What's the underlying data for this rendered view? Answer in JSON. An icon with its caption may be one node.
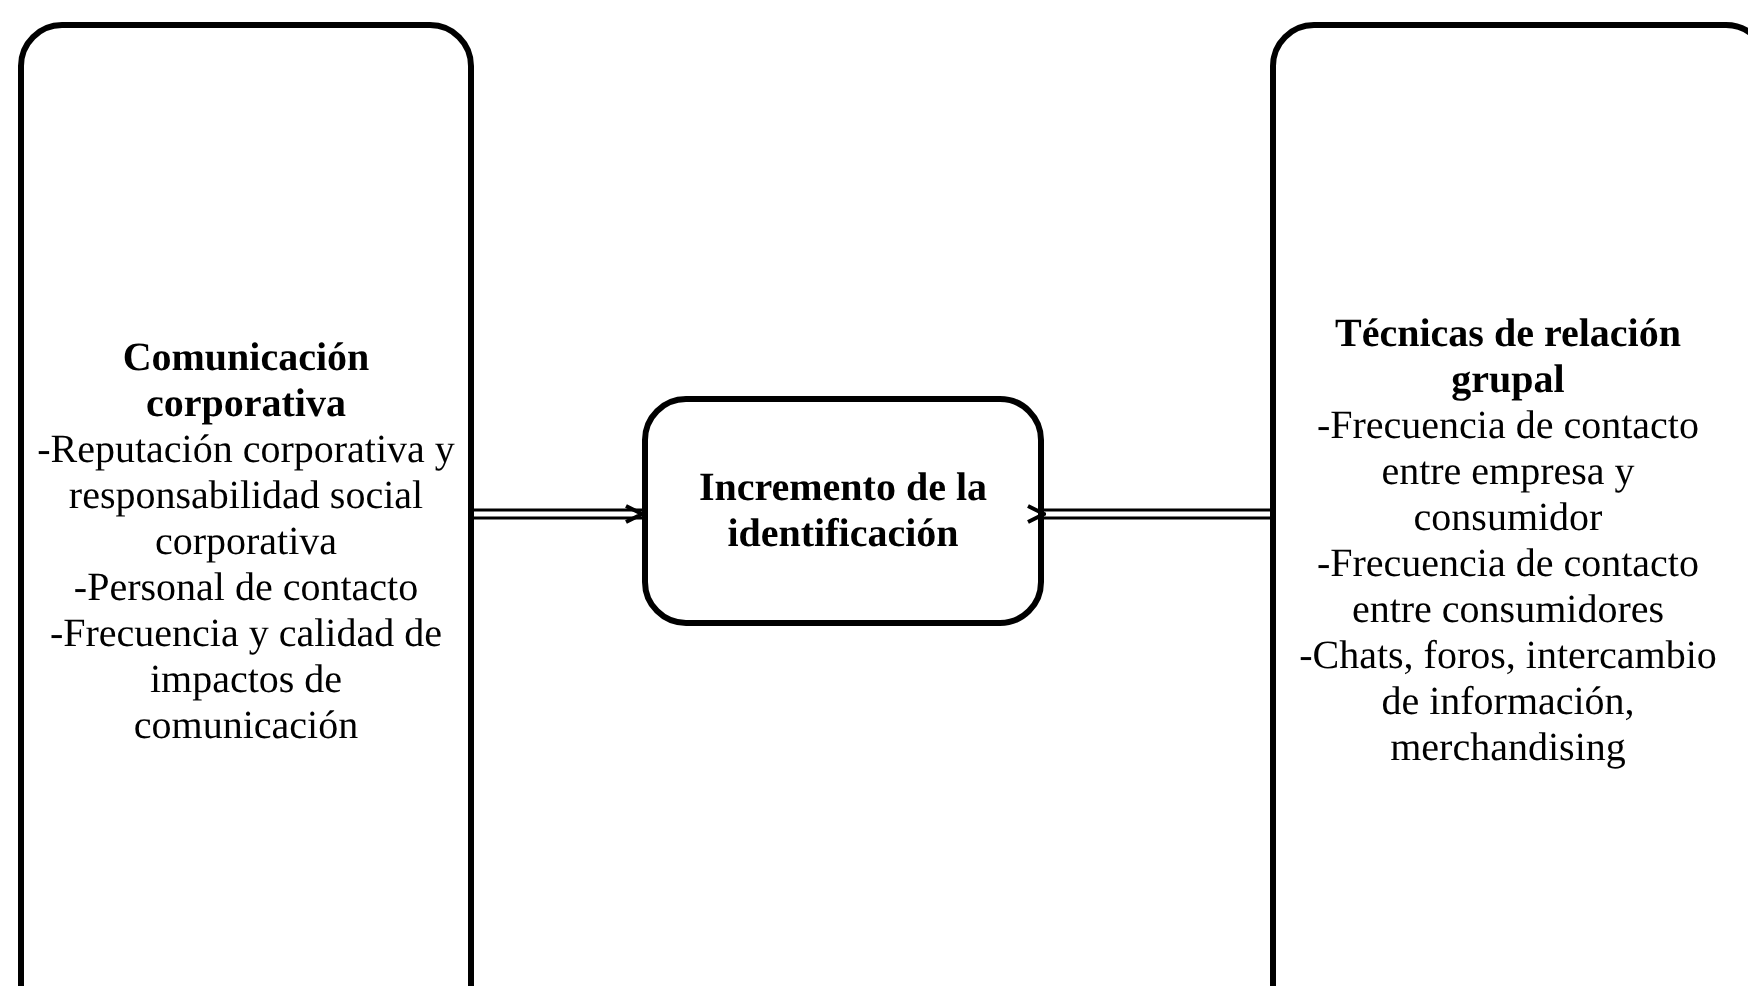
{
  "diagram": {
    "nodes": [
      {
        "text": [
          "Comunicación corporativa",
          "-Reputación corporativa y responsabilidad social corporativa",
          "-Personal de contacto",
          "-Frecuencia y calidad de impactos de comunicación"
        ]
      },
      {
        "text": [
          "Incremento de la identificación"
        ]
      },
      {
        "text": [
          "Técnicas de relación grupal",
          "-Frecuencia de contacto entre empresa y consumidor",
          "-Frecuencia de contacto entre consumidores",
          "-Chats, foros, intercambio de información, merchandising"
        ]
      }
    ],
    "edges": [
      {
        "from": 0,
        "to": 1,
        "arrow": "to"
      },
      {
        "from": 2,
        "to": 1,
        "arrow": "to"
      }
    ]
  }
}
